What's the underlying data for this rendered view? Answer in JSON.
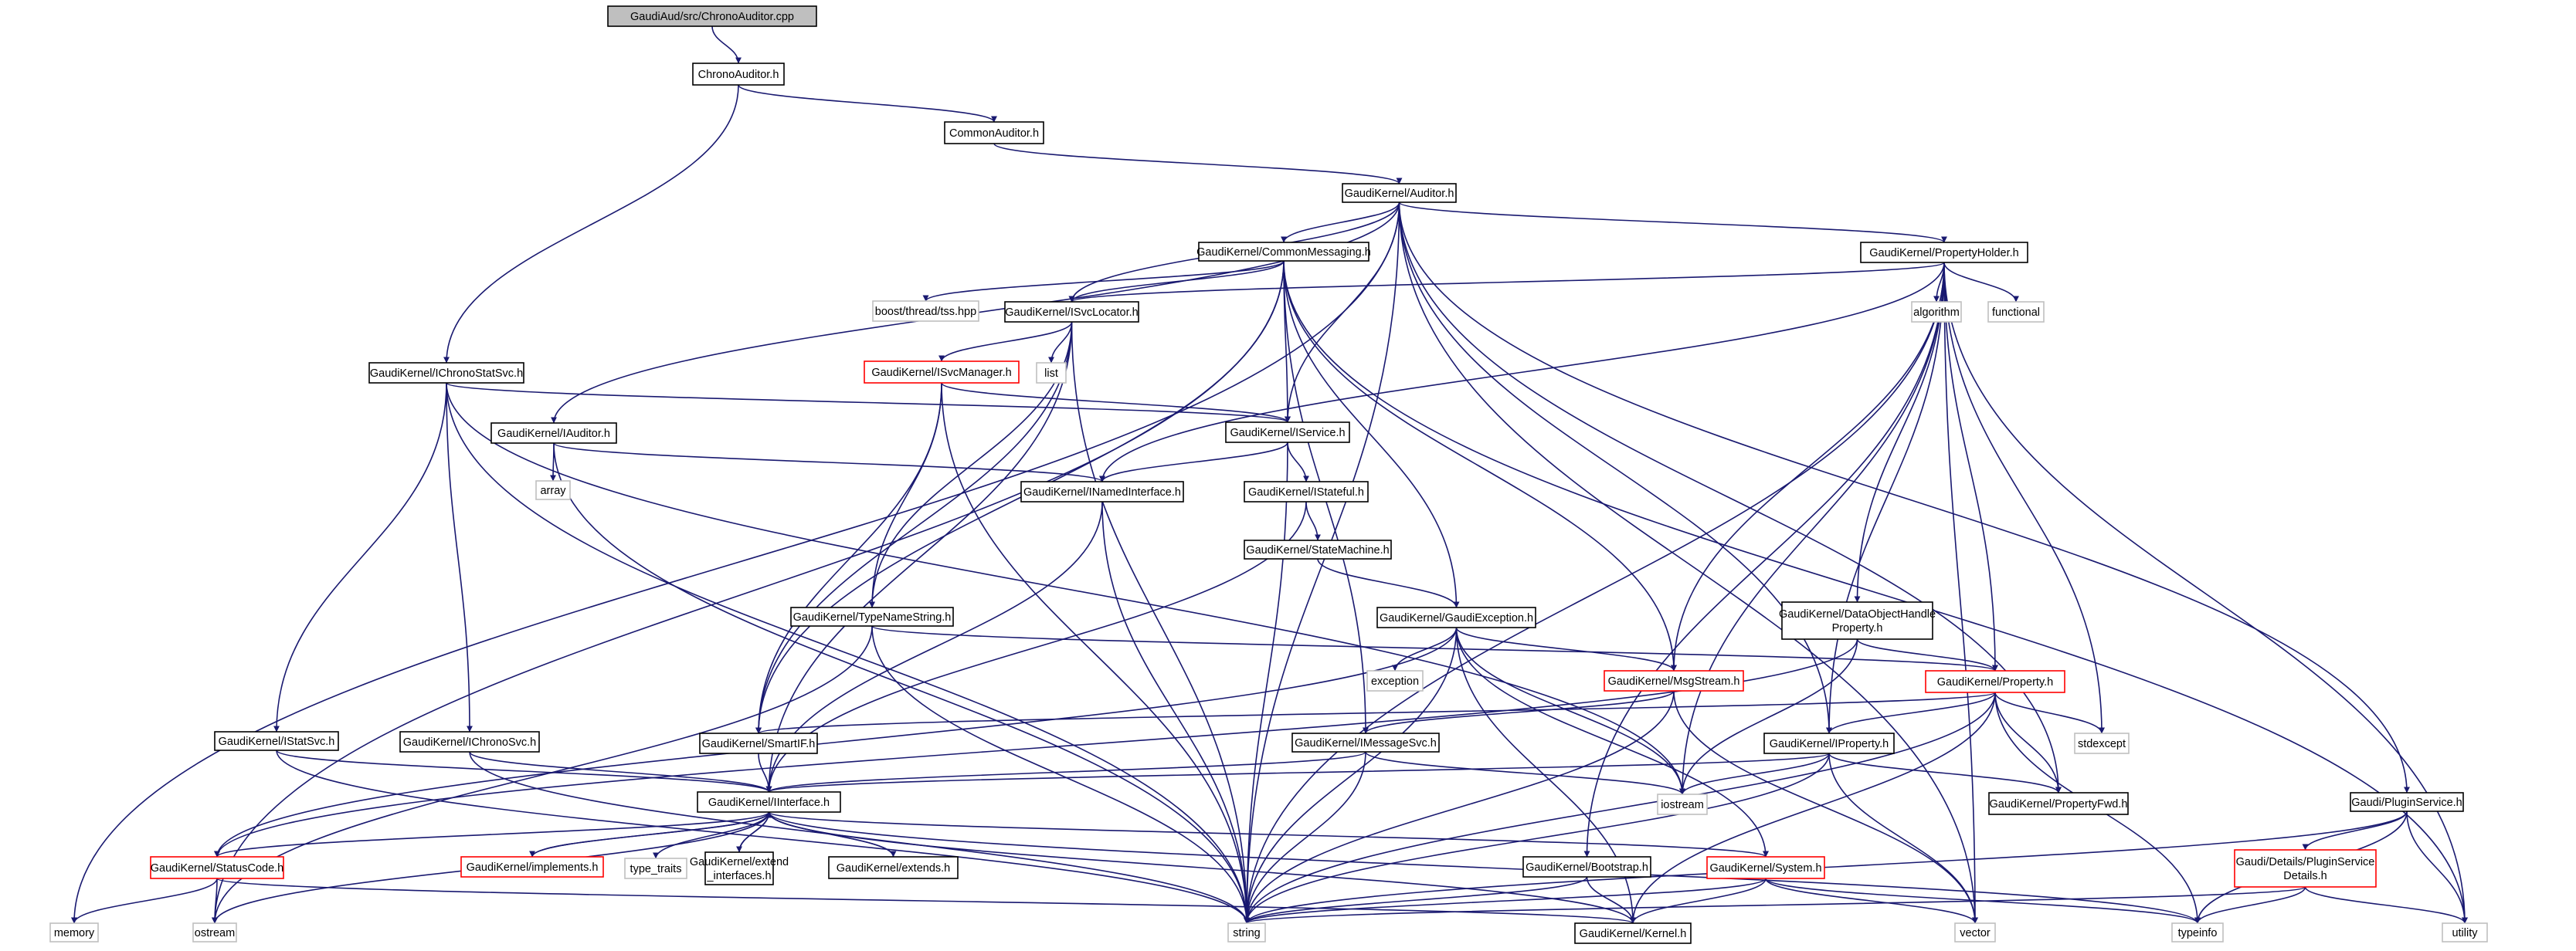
{
  "colors": {
    "edge": "#191970",
    "node_border": "#000000",
    "node_border_incomplete": "#ff0000",
    "node_border_external": "#bfbfbf",
    "node_fill": "#ffffff",
    "root_fill": "#bfbfbf"
  },
  "nodes": [
    {
      "id": "root",
      "label": [
        "GaudiAud/src/ChronoAuditor.cpp"
      ],
      "style": "root"
    },
    {
      "id": "chronoauditor",
      "label": [
        "ChronoAuditor.h"
      ],
      "style": "normal"
    },
    {
      "id": "commonauditor",
      "label": [
        "CommonAuditor.h"
      ],
      "style": "normal"
    },
    {
      "id": "auditor",
      "label": [
        "GaudiKernel/Auditor.h"
      ],
      "style": "normal"
    },
    {
      "id": "commonmessaging",
      "label": [
        "GaudiKernel/CommonMessaging.h"
      ],
      "style": "normal"
    },
    {
      "id": "propertyholder",
      "label": [
        "GaudiKernel/PropertyHolder.h"
      ],
      "style": "normal"
    },
    {
      "id": "tsshpp",
      "label": [
        "boost/thread/tss.hpp"
      ],
      "style": "external"
    },
    {
      "id": "isvclocator",
      "label": [
        "GaudiKernel/ISvcLocator.h"
      ],
      "style": "normal"
    },
    {
      "id": "algorithm",
      "label": [
        "algorithm"
      ],
      "style": "external"
    },
    {
      "id": "functional",
      "label": [
        "functional"
      ],
      "style": "external"
    },
    {
      "id": "ichronostatsvc",
      "label": [
        "GaudiKernel/IChronoStatSvc.h"
      ],
      "style": "normal"
    },
    {
      "id": "isvcmanager",
      "label": [
        "GaudiKernel/ISvcManager.h"
      ],
      "style": "incomplete"
    },
    {
      "id": "list",
      "label": [
        "list"
      ],
      "style": "external"
    },
    {
      "id": "iauditor",
      "label": [
        "GaudiKernel/IAuditor.h"
      ],
      "style": "normal"
    },
    {
      "id": "iservice",
      "label": [
        "GaudiKernel/IService.h"
      ],
      "style": "normal"
    },
    {
      "id": "array",
      "label": [
        "array"
      ],
      "style": "external"
    },
    {
      "id": "inamedinterface",
      "label": [
        "GaudiKernel/INamedInterface.h"
      ],
      "style": "normal"
    },
    {
      "id": "istateful",
      "label": [
        "GaudiKernel/IStateful.h"
      ],
      "style": "normal"
    },
    {
      "id": "statemachine",
      "label": [
        "GaudiKernel/StateMachine.h"
      ],
      "style": "normal"
    },
    {
      "id": "dataobjecthandle",
      "label": [
        "GaudiKernel/DataObjectHandle",
        "Property.h"
      ],
      "style": "normal"
    },
    {
      "id": "typenamestring",
      "label": [
        "GaudiKernel/TypeNameString.h"
      ],
      "style": "normal"
    },
    {
      "id": "gaudiexception",
      "label": [
        "GaudiKernel/GaudiException.h"
      ],
      "style": "normal"
    },
    {
      "id": "exception",
      "label": [
        "exception"
      ],
      "style": "external"
    },
    {
      "id": "msgstream",
      "label": [
        "GaudiKernel/MsgStream.h"
      ],
      "style": "incomplete"
    },
    {
      "id": "property",
      "label": [
        "GaudiKernel/Property.h"
      ],
      "style": "incomplete"
    },
    {
      "id": "istatsvc",
      "label": [
        "GaudiKernel/IStatSvc.h"
      ],
      "style": "normal"
    },
    {
      "id": "ichronosvc",
      "label": [
        "GaudiKernel/IChronoSvc.h"
      ],
      "style": "normal"
    },
    {
      "id": "smartif",
      "label": [
        "GaudiKernel/SmartIF.h"
      ],
      "style": "normal"
    },
    {
      "id": "imessagesvc",
      "label": [
        "GaudiKernel/IMessageSvc.h"
      ],
      "style": "normal"
    },
    {
      "id": "iproperty",
      "label": [
        "GaudiKernel/IProperty.h"
      ],
      "style": "normal"
    },
    {
      "id": "stdexcept",
      "label": [
        "stdexcept"
      ],
      "style": "external"
    },
    {
      "id": "iinterface",
      "label": [
        "GaudiKernel/IInterface.h"
      ],
      "style": "normal"
    },
    {
      "id": "iostream",
      "label": [
        "iostream"
      ],
      "style": "external"
    },
    {
      "id": "propertyfwd",
      "label": [
        "GaudiKernel/PropertyFwd.h"
      ],
      "style": "normal"
    },
    {
      "id": "pluginservice",
      "label": [
        "Gaudi/PluginService.h"
      ],
      "style": "normal"
    },
    {
      "id": "statuscode",
      "label": [
        "GaudiKernel/StatusCode.h"
      ],
      "style": "incomplete"
    },
    {
      "id": "implements",
      "label": [
        "GaudiKernel/implements.h"
      ],
      "style": "incomplete"
    },
    {
      "id": "typetraits",
      "label": [
        "type_traits"
      ],
      "style": "external"
    },
    {
      "id": "extendinterfaces",
      "label": [
        "GaudiKernel/extend",
        "_interfaces.h"
      ],
      "style": "normal"
    },
    {
      "id": "extends",
      "label": [
        "GaudiKernel/extends.h"
      ],
      "style": "normal"
    },
    {
      "id": "bootstrap",
      "label": [
        "GaudiKernel/Bootstrap.h"
      ],
      "style": "normal"
    },
    {
      "id": "system",
      "label": [
        "GaudiKernel/System.h"
      ],
      "style": "incomplete"
    },
    {
      "id": "pluginservicedetails",
      "label": [
        "Gaudi/Details/PluginService",
        "Details.h"
      ],
      "style": "incomplete"
    },
    {
      "id": "memory",
      "label": [
        "memory"
      ],
      "style": "external"
    },
    {
      "id": "ostream",
      "label": [
        "ostream"
      ],
      "style": "external"
    },
    {
      "id": "string",
      "label": [
        "string"
      ],
      "style": "external"
    },
    {
      "id": "kernel",
      "label": [
        "GaudiKernel/Kernel.h"
      ],
      "style": "normal"
    },
    {
      "id": "vector",
      "label": [
        "vector"
      ],
      "style": "external"
    },
    {
      "id": "typeinfo",
      "label": [
        "typeinfo"
      ],
      "style": "external"
    },
    {
      "id": "utility",
      "label": [
        "utility"
      ],
      "style": "external"
    }
  ],
  "edges": [
    [
      "root",
      "chronoauditor"
    ],
    [
      "chronoauditor",
      "commonauditor"
    ],
    [
      "chronoauditor",
      "ichronostatsvc"
    ],
    [
      "commonauditor",
      "auditor"
    ],
    [
      "auditor",
      "commonmessaging"
    ],
    [
      "auditor",
      "propertyholder"
    ],
    [
      "auditor",
      "isvclocator"
    ],
    [
      "auditor",
      "iauditor"
    ],
    [
      "auditor",
      "iservice"
    ],
    [
      "auditor",
      "memory"
    ],
    [
      "auditor",
      "string"
    ],
    [
      "auditor",
      "iproperty"
    ],
    [
      "auditor",
      "propertyfwd"
    ],
    [
      "auditor",
      "vector"
    ],
    [
      "auditor",
      "pluginservice"
    ],
    [
      "commonmessaging",
      "tsshpp"
    ],
    [
      "commonmessaging",
      "isvclocator"
    ],
    [
      "commonmessaging",
      "iservice"
    ],
    [
      "commonmessaging",
      "msgstream"
    ],
    [
      "commonmessaging",
      "gaudiexception"
    ],
    [
      "commonmessaging",
      "smartif"
    ],
    [
      "commonmessaging",
      "imessagesvc"
    ],
    [
      "commonmessaging",
      "ostream"
    ],
    [
      "commonmessaging",
      "utility"
    ],
    [
      "propertyholder",
      "algorithm"
    ],
    [
      "propertyholder",
      "functional"
    ],
    [
      "propertyholder",
      "isvclocator"
    ],
    [
      "propertyholder",
      "inamedinterface"
    ],
    [
      "propertyholder",
      "msgstream"
    ],
    [
      "propertyholder",
      "property"
    ],
    [
      "propertyholder",
      "dataobjecthandle"
    ],
    [
      "propertyholder",
      "iproperty"
    ],
    [
      "propertyholder",
      "stdexcept"
    ],
    [
      "propertyholder",
      "iostream"
    ],
    [
      "propertyholder",
      "bootstrap"
    ],
    [
      "propertyholder",
      "string"
    ],
    [
      "propertyholder",
      "vector"
    ],
    [
      "propertyholder",
      "utility"
    ],
    [
      "isvclocator",
      "isvcmanager"
    ],
    [
      "isvclocator",
      "list"
    ],
    [
      "isvclocator",
      "typenamestring"
    ],
    [
      "isvclocator",
      "smartif"
    ],
    [
      "isvclocator",
      "iinterface"
    ],
    [
      "isvclocator",
      "string"
    ],
    [
      "ichronostatsvc",
      "iservice"
    ],
    [
      "ichronostatsvc",
      "istatsvc"
    ],
    [
      "ichronostatsvc",
      "ichronosvc"
    ],
    [
      "ichronostatsvc",
      "iostream"
    ],
    [
      "ichronostatsvc",
      "string"
    ],
    [
      "isvcmanager",
      "iservice"
    ],
    [
      "isvcmanager",
      "typenamestring"
    ],
    [
      "isvcmanager",
      "smartif"
    ],
    [
      "isvcmanager",
      "string"
    ],
    [
      "iauditor",
      "array"
    ],
    [
      "iauditor",
      "inamedinterface"
    ],
    [
      "iauditor",
      "string"
    ],
    [
      "iservice",
      "inamedinterface"
    ],
    [
      "iservice",
      "istateful"
    ],
    [
      "iservice",
      "string"
    ],
    [
      "inamedinterface",
      "iinterface"
    ],
    [
      "inamedinterface",
      "string"
    ],
    [
      "istateful",
      "statemachine"
    ],
    [
      "istateful",
      "iinterface"
    ],
    [
      "statemachine",
      "gaudiexception"
    ],
    [
      "dataobjecthandle",
      "property"
    ],
    [
      "dataobjecthandle",
      "iostream"
    ],
    [
      "dataobjecthandle",
      "statuscode"
    ],
    [
      "typenamestring",
      "property"
    ],
    [
      "typenamestring",
      "string"
    ],
    [
      "typenamestring",
      "ostream"
    ],
    [
      "gaudiexception",
      "exception"
    ],
    [
      "gaudiexception",
      "msgstream"
    ],
    [
      "gaudiexception",
      "statuscode"
    ],
    [
      "gaudiexception",
      "system"
    ],
    [
      "gaudiexception",
      "string"
    ],
    [
      "gaudiexception",
      "kernel"
    ],
    [
      "gaudiexception",
      "iostream"
    ],
    [
      "msgstream",
      "imessagesvc"
    ],
    [
      "msgstream",
      "string"
    ],
    [
      "msgstream",
      "vector"
    ],
    [
      "property",
      "iproperty"
    ],
    [
      "property",
      "propertyfwd"
    ],
    [
      "property",
      "stdexcept"
    ],
    [
      "property",
      "smartif"
    ],
    [
      "property",
      "kernel"
    ],
    [
      "property",
      "string"
    ],
    [
      "property",
      "typeinfo"
    ],
    [
      "istatsvc",
      "iinterface"
    ],
    [
      "istatsvc",
      "string"
    ],
    [
      "ichronosvc",
      "iinterface"
    ],
    [
      "ichronosvc",
      "string"
    ],
    [
      "smartif",
      "iinterface"
    ],
    [
      "imessagesvc",
      "iinterface"
    ],
    [
      "imessagesvc",
      "iostream"
    ],
    [
      "imessagesvc",
      "string"
    ],
    [
      "iproperty",
      "iinterface"
    ],
    [
      "iproperty",
      "propertyfwd"
    ],
    [
      "iproperty",
      "iostream"
    ],
    [
      "iproperty",
      "string"
    ],
    [
      "iproperty",
      "vector"
    ],
    [
      "iinterface",
      "statuscode"
    ],
    [
      "iinterface",
      "implements"
    ],
    [
      "iinterface",
      "typetraits"
    ],
    [
      "iinterface",
      "extendinterfaces"
    ],
    [
      "iinterface",
      "extends"
    ],
    [
      "iinterface",
      "system"
    ],
    [
      "iinterface",
      "kernel"
    ],
    [
      "iinterface",
      "ostream"
    ],
    [
      "iinterface",
      "typeinfo"
    ],
    [
      "implements",
      "iinterface"
    ],
    [
      "extendinterfaces",
      "iinterface"
    ],
    [
      "extends",
      "iinterface"
    ],
    [
      "pluginservice",
      "pluginservicedetails"
    ],
    [
      "pluginservice",
      "string"
    ],
    [
      "pluginservice",
      "typeinfo"
    ],
    [
      "pluginservice",
      "utility"
    ],
    [
      "statuscode",
      "ostream"
    ],
    [
      "statuscode",
      "memory"
    ],
    [
      "statuscode",
      "kernel"
    ],
    [
      "bootstrap",
      "kernel"
    ],
    [
      "bootstrap",
      "string"
    ],
    [
      "system",
      "kernel"
    ],
    [
      "system",
      "string"
    ],
    [
      "system",
      "vector"
    ],
    [
      "system",
      "typeinfo"
    ],
    [
      "pluginservicedetails",
      "string"
    ],
    [
      "pluginservicedetails",
      "typeinfo"
    ],
    [
      "pluginservicedetails",
      "utility"
    ]
  ]
}
